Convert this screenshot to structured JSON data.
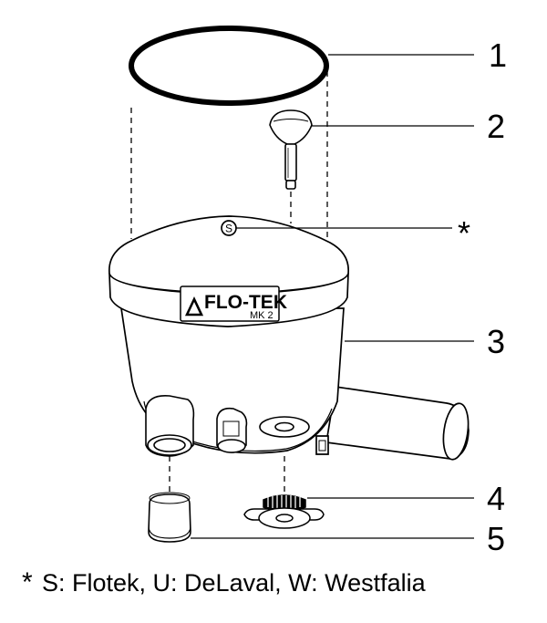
{
  "callouts": {
    "c1": "1",
    "c2": "2",
    "c_star": "*",
    "c3": "3",
    "c4": "4",
    "c5": "5"
  },
  "marking": {
    "symbol": "S"
  },
  "brand_label": {
    "name": "FLO-TEK",
    "model": "MK 2"
  },
  "footnote": {
    "star": "*",
    "text": "S: Flotek, U: DeLaval, W: Westfalia"
  },
  "colors": {
    "line": "#000000",
    "part_fill": "#ffffff",
    "background": "#ffffff"
  }
}
